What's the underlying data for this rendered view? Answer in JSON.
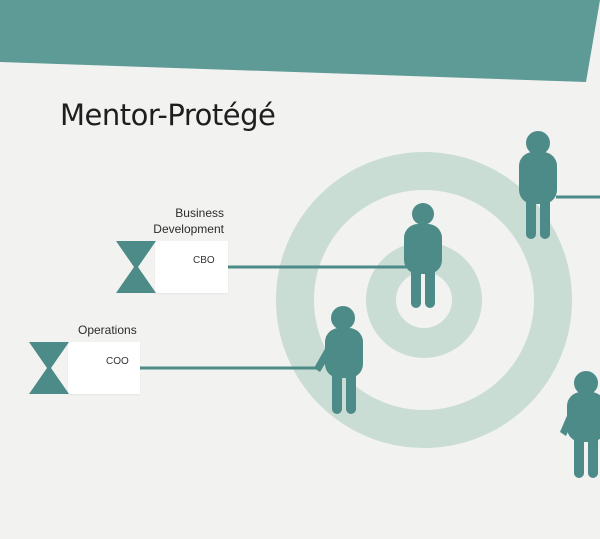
{
  "title": "Mentor-Protégé",
  "departments": [
    {
      "label_lines": [
        "Business",
        "Development"
      ],
      "role": "CBO"
    },
    {
      "label_lines": [
        "Operations"
      ],
      "role": "COO"
    }
  ],
  "colors": {
    "banner": "#5e9b96",
    "teal": "#4d8b88",
    "ring": "#c9ddd5",
    "background": "#f2f2f1",
    "card": "#ffffff"
  }
}
